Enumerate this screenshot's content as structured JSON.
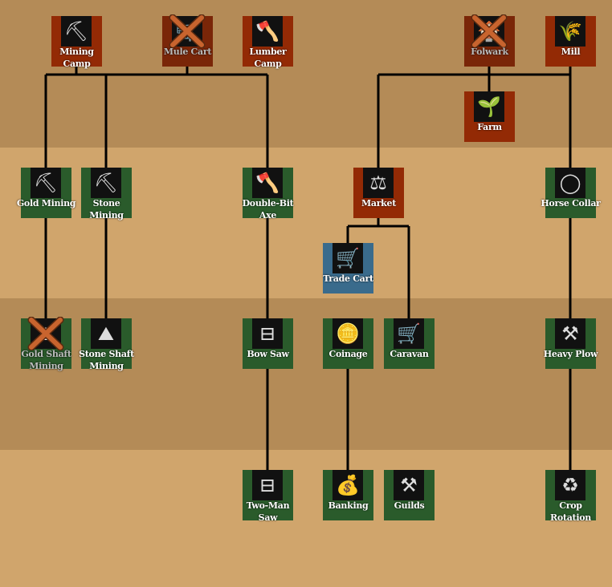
{
  "accent_colors": {
    "building": "#932a05",
    "technology": "#2a5b2b",
    "unit": "#3a6b8c"
  },
  "nodes": [
    {
      "id": "mining-camp",
      "label": "Mining Camp",
      "type": "building",
      "icon": "pickaxe-icon",
      "glyph": "⛏"
    },
    {
      "id": "mule-cart",
      "label": "Mule Cart",
      "type": "building",
      "icon": "cart-icon",
      "glyph": "🛒",
      "disabled": true
    },
    {
      "id": "lumber-camp",
      "label": "Lumber Camp",
      "type": "building",
      "icon": "axe-icon",
      "glyph": "🪓"
    },
    {
      "id": "folwark",
      "label": "Folwark",
      "type": "building",
      "icon": "folwark-icon",
      "glyph": "🏠",
      "disabled": true
    },
    {
      "id": "mill",
      "label": "Mill",
      "type": "building",
      "icon": "windmill-icon",
      "glyph": "🌾"
    },
    {
      "id": "farm",
      "label": "Farm",
      "type": "building",
      "icon": "field-icon",
      "glyph": "🌱"
    },
    {
      "id": "gold-mining",
      "label": "Gold Mining",
      "type": "tech",
      "icon": "gold-ore-icon",
      "glyph": "⛏"
    },
    {
      "id": "stone-mining",
      "label": "Stone Mining",
      "type": "tech",
      "icon": "stone-ore-icon",
      "glyph": "⛏"
    },
    {
      "id": "double-bit-axe",
      "label": "Double-Bit Axe",
      "type": "tech",
      "icon": "double-axe-icon",
      "glyph": "🪓"
    },
    {
      "id": "market",
      "label": "Market",
      "type": "building",
      "icon": "scales-icon",
      "glyph": "⚖"
    },
    {
      "id": "horse-collar",
      "label": "Horse Collar",
      "type": "tech",
      "icon": "horse-collar-icon",
      "glyph": "◯"
    },
    {
      "id": "trade-cart",
      "label": "Trade Cart",
      "type": "unit",
      "icon": "trade-cart-icon",
      "glyph": "🛒"
    },
    {
      "id": "gold-shaft-mining",
      "label": "Gold Shaft Mining",
      "type": "tech",
      "icon": "mine-shaft-icon",
      "glyph": "⛰",
      "disabled": true
    },
    {
      "id": "stone-shaft-mining",
      "label": "Stone Shaft Mining",
      "type": "tech",
      "icon": "mine-shaft-icon",
      "glyph": "⛰"
    },
    {
      "id": "bow-saw",
      "label": "Bow Saw",
      "type": "tech",
      "icon": "bow-saw-icon",
      "glyph": "⊟"
    },
    {
      "id": "coinage",
      "label": "Coinage",
      "type": "tech",
      "icon": "coin-icon",
      "glyph": "🪙"
    },
    {
      "id": "caravan",
      "label": "Caravan",
      "type": "tech",
      "icon": "caravan-icon",
      "glyph": "🛒"
    },
    {
      "id": "heavy-plow",
      "label": "Heavy Plow",
      "type": "tech",
      "icon": "plow-icon",
      "glyph": "⚒"
    },
    {
      "id": "two-man-saw",
      "label": "Two-Man Saw",
      "type": "tech",
      "icon": "saw-icon",
      "glyph": "⊟"
    },
    {
      "id": "banking",
      "label": "Banking",
      "type": "tech",
      "icon": "coin-stack-icon",
      "glyph": "💰"
    },
    {
      "id": "guilds",
      "label": "Guilds",
      "type": "tech",
      "icon": "tools-icon",
      "glyph": "⚒"
    },
    {
      "id": "crop-rotation",
      "label": "Crop Rotation",
      "type": "tech",
      "icon": "rotation-icon",
      "glyph": "♻"
    }
  ]
}
